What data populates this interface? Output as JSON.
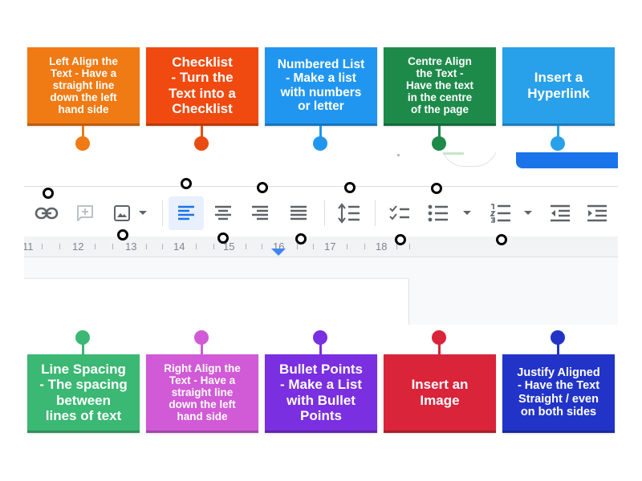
{
  "labels_top": [
    {
      "lines": [
        "Left Align the",
        "Text - Have a",
        "straight line",
        "down the left",
        "hand side"
      ],
      "color": "#f07a14",
      "pin": "#f07a14"
    },
    {
      "lines": [
        "Checklist",
        "- Turn the",
        "Text into a",
        "Checklist"
      ],
      "color": "#f04a10",
      "pin": "#e84c12"
    },
    {
      "lines": [
        "Numbered List",
        "- Make a list",
        "with numbers",
        "or letter"
      ],
      "color": "#2196f0",
      "pin": "#2196f0"
    },
    {
      "lines": [
        "Centre Align",
        "the Text -",
        "Have the text",
        "in the centre",
        "of the page"
      ],
      "color": "#1e8a4a",
      "pin": "#1e8a4a"
    },
    {
      "lines": [
        "Insert a",
        "Hyperlink"
      ],
      "color": "#29a0ea",
      "pin": "#29a0ea"
    }
  ],
  "labels_bottom": [
    {
      "lines": [
        "Line Spacing",
        "- The spacing",
        "between",
        "lines of text"
      ],
      "color": "#3bb873",
      "pin": "#3bb873"
    },
    {
      "lines": [
        "Right Align the",
        "Text - Have a",
        "straight line",
        "down the left",
        "hand side"
      ],
      "color": "#d15ad6",
      "pin": "#d15ad6"
    },
    {
      "lines": [
        "Bullet Points",
        "- Make a List",
        "with Bullet",
        "Points"
      ],
      "color": "#7a2fe0",
      "pin": "#7a2fe0"
    },
    {
      "lines": [
        "Insert an",
        "Image"
      ],
      "color": "#d9243a",
      "pin": "#d9243a"
    },
    {
      "lines": [
        "Justify Aligned",
        "- Have the Text",
        "Straight / even",
        "on both sides"
      ],
      "color": "#2234c8",
      "pin": "#2234c8"
    }
  ],
  "ruler": {
    "numbers": [
      "11",
      "12",
      "13",
      "14",
      "15",
      "16",
      "17",
      "18"
    ]
  },
  "toolbar": {
    "icons": [
      "link-icon",
      "add-comment-icon",
      "insert-image-icon",
      "left-align-icon",
      "center-align-icon",
      "right-align-icon",
      "justify-icon",
      "line-spacing-icon",
      "checklist-icon",
      "bulleted-list-icon",
      "numbered-list-icon",
      "decrease-indent-icon",
      "increase-indent-icon"
    ]
  },
  "colors": {
    "accent": "#1a73e8",
    "icon": "#5f6368",
    "active_bg": "#e8f0fe"
  }
}
